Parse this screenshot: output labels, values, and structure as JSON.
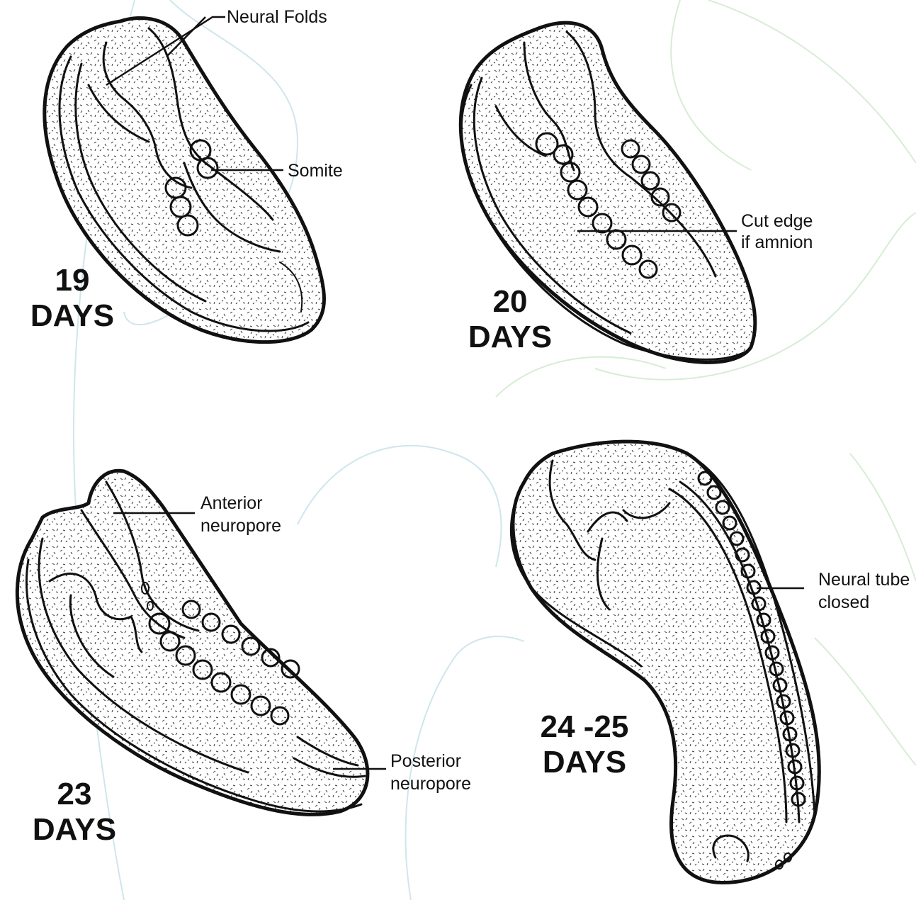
{
  "colors": {
    "outline": "#111111",
    "background_arcs_blue": "#cfe6ec",
    "background_arcs_green": "#d8ecd6"
  },
  "stages": [
    {
      "id": "day19",
      "day_number": "19",
      "day_word": "DAYS",
      "labels": [
        "Neural Folds",
        "Somite"
      ]
    },
    {
      "id": "day20",
      "day_number": "20",
      "day_word": "DAYS",
      "labels": [
        "Cut edge",
        "if amnion"
      ]
    },
    {
      "id": "day23",
      "day_number": "23",
      "day_word": "DAYS",
      "labels": [
        "Anterior",
        "neuropore",
        "Posterior",
        "neuropore"
      ]
    },
    {
      "id": "day24",
      "day_number": "24 -25",
      "day_word": "DAYS",
      "labels": [
        "Neural tube",
        "closed"
      ]
    }
  ]
}
